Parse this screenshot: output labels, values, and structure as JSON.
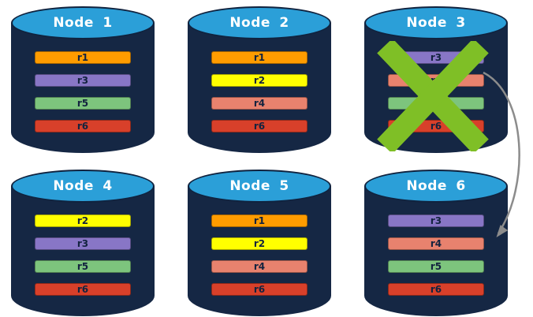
{
  "diagram": {
    "nodes": [
      {
        "label": "Node 1",
        "failed": false,
        "replicas": [
          {
            "label": "r1",
            "color": "#FF9C00"
          },
          {
            "label": "r3",
            "color": "#8876C6"
          },
          {
            "label": "r5",
            "color": "#7DC47D"
          },
          {
            "label": "r6",
            "color": "#D8402A"
          }
        ]
      },
      {
        "label": "Node 2",
        "failed": false,
        "replicas": [
          {
            "label": "r1",
            "color": "#FF9C00"
          },
          {
            "label": "r2",
            "color": "#FFFF00"
          },
          {
            "label": "r4",
            "color": "#E8826E"
          },
          {
            "label": "r6",
            "color": "#D8402A"
          }
        ]
      },
      {
        "label": "Node 3",
        "failed": true,
        "replicas": [
          {
            "label": "r3",
            "color": "#8876C6"
          },
          {
            "label": "r4",
            "color": "#E8826E"
          },
          {
            "label": "r5",
            "color": "#7DC47D"
          },
          {
            "label": "r6",
            "color": "#D8402A"
          }
        ]
      },
      {
        "label": "Node 4",
        "failed": false,
        "replicas": [
          {
            "label": "r2",
            "color": "#FFFF00"
          },
          {
            "label": "r3",
            "color": "#8876C6"
          },
          {
            "label": "r5",
            "color": "#7DC47D"
          },
          {
            "label": "r6",
            "color": "#D8402A"
          }
        ]
      },
      {
        "label": "Node 5",
        "failed": false,
        "replicas": [
          {
            "label": "r1",
            "color": "#FF9C00"
          },
          {
            "label": "r2",
            "color": "#FFFF00"
          },
          {
            "label": "r4",
            "color": "#E8826E"
          },
          {
            "label": "r6",
            "color": "#D8402A"
          }
        ]
      },
      {
        "label": "Node 6",
        "failed": false,
        "replicas": [
          {
            "label": "r3",
            "color": "#8876C6"
          },
          {
            "label": "r4",
            "color": "#E8826E"
          },
          {
            "label": "r5",
            "color": "#7DC47D"
          },
          {
            "label": "r6",
            "color": "#D8402A"
          }
        ]
      }
    ],
    "failure": {
      "node_label": "Node 3",
      "x_color": "#7FBF26"
    },
    "arrow": {
      "from": "Node 3",
      "to": "Node 6",
      "color": "#8C8C8C"
    },
    "colors": {
      "cylinder_body": "#152744",
      "cylinder_top": "#2B9FD8",
      "node_label_text": "#FFFFFF",
      "replica_label_text": "#13233F"
    }
  }
}
